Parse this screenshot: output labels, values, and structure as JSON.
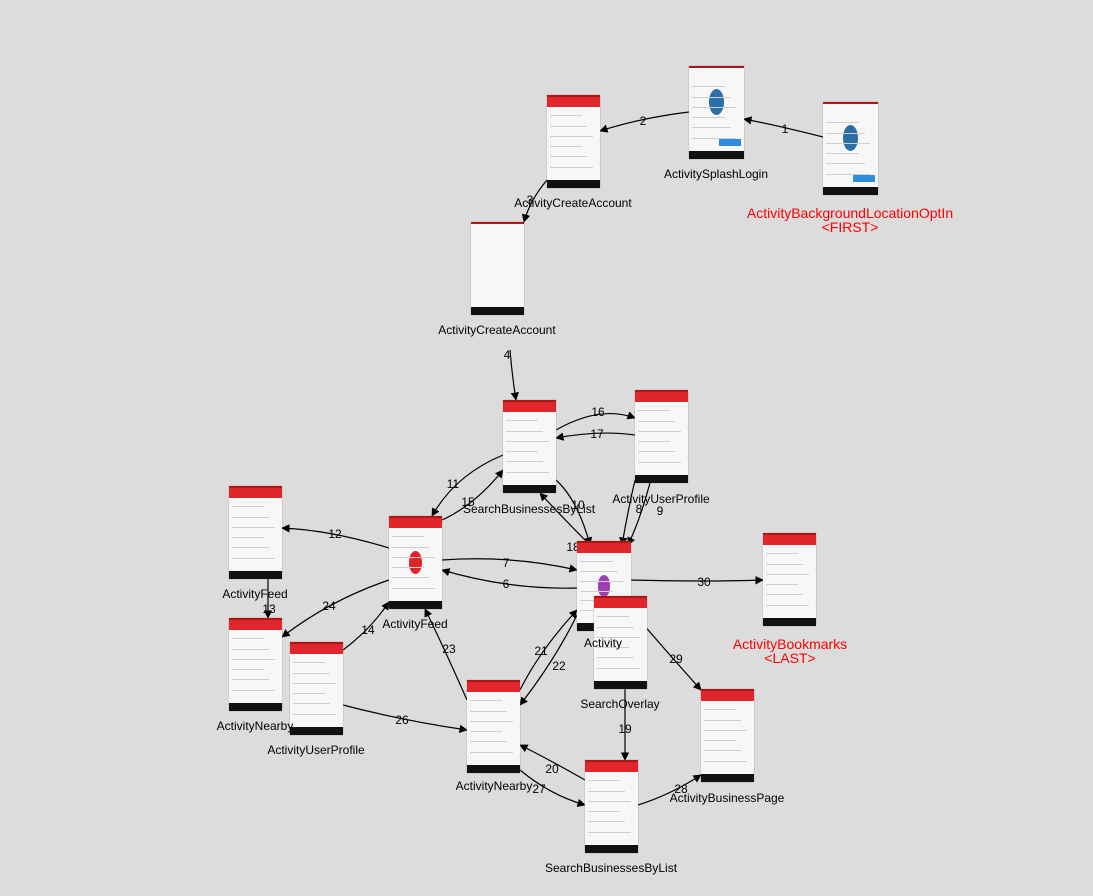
{
  "nodes": [
    {
      "id": "splash",
      "label": "ActivitySplashLogin",
      "special": false
    },
    {
      "id": "bgloc",
      "label": "ActivityBackgroundLocationOptIn",
      "sub": "<FIRST>",
      "special": true
    },
    {
      "id": "create1",
      "label": "ActivityCreateAccount",
      "special": false
    },
    {
      "id": "create2",
      "label": "ActivityCreateAccount",
      "special": false
    },
    {
      "id": "sbl1",
      "label": "SearchBusinessesByList",
      "special": false
    },
    {
      "id": "up1",
      "label": "ActivityUserProfile",
      "special": false
    },
    {
      "id": "feed1",
      "label": "ActivityFeed",
      "special": false
    },
    {
      "id": "feed2",
      "label": "ActivityFeed",
      "special": false
    },
    {
      "id": "center",
      "label": "Activity",
      "special": false
    },
    {
      "id": "bookmarks",
      "label": "ActivityBookmarks",
      "sub": "<LAST>",
      "special": true
    },
    {
      "id": "nearby1",
      "label": "ActivityNearby",
      "special": false
    },
    {
      "id": "up2",
      "label": "ActivityUserProfile",
      "special": false
    },
    {
      "id": "overlay",
      "label": "SearchOverlay",
      "special": false
    },
    {
      "id": "nearby2",
      "label": "ActivityNearby",
      "special": false
    },
    {
      "id": "bizpage",
      "label": "ActivityBusinessPage",
      "special": false
    },
    {
      "id": "sbl2",
      "label": "SearchBusinessesByList",
      "special": false
    }
  ],
  "edges": [
    {
      "label": "1",
      "from": "bgloc",
      "to": "splash"
    },
    {
      "label": "2",
      "from": "splash",
      "to": "create1"
    },
    {
      "label": "3",
      "from": "create1",
      "to": "create2"
    },
    {
      "label": "4",
      "from": "create2",
      "to": "sbl1"
    },
    {
      "label": "6",
      "from": "center",
      "to": "feed2"
    },
    {
      "label": "7",
      "from": "feed2",
      "to": "center"
    },
    {
      "label": "8",
      "from": "up1",
      "to": "center"
    },
    {
      "label": "9",
      "from": "up1",
      "to": "center"
    },
    {
      "label": "10",
      "from": "sbl1",
      "to": "center"
    },
    {
      "label": "11",
      "from": "sbl1",
      "to": "feed2"
    },
    {
      "label": "12",
      "from": "feed2",
      "to": "feed1"
    },
    {
      "label": "13",
      "from": "feed1",
      "to": "nearby1"
    },
    {
      "label": "14",
      "from": "up2",
      "to": "feed2"
    },
    {
      "label": "15",
      "from": "feed2",
      "to": "sbl1"
    },
    {
      "label": "16",
      "from": "sbl1",
      "to": "up1"
    },
    {
      "label": "17",
      "from": "up1",
      "to": "sbl1"
    },
    {
      "label": "18",
      "from": "center",
      "to": "sbl1"
    },
    {
      "label": "19",
      "from": "overlay",
      "to": "sbl2"
    },
    {
      "label": "20",
      "from": "sbl2",
      "to": "nearby2"
    },
    {
      "label": "21",
      "from": "nearby2",
      "to": "center"
    },
    {
      "label": "22",
      "from": "center",
      "to": "nearby2"
    },
    {
      "label": "23",
      "from": "nearby2",
      "to": "feed2"
    },
    {
      "label": "24",
      "from": "feed2",
      "to": "nearby1"
    },
    {
      "label": "26",
      "from": "up2",
      "to": "nearby2"
    },
    {
      "label": "27",
      "from": "nearby2",
      "to": "sbl2"
    },
    {
      "label": "28",
      "from": "sbl2",
      "to": "bizpage"
    },
    {
      "label": "29",
      "from": "center",
      "to": "bizpage"
    },
    {
      "label": "30",
      "from": "center",
      "to": "bookmarks"
    }
  ]
}
